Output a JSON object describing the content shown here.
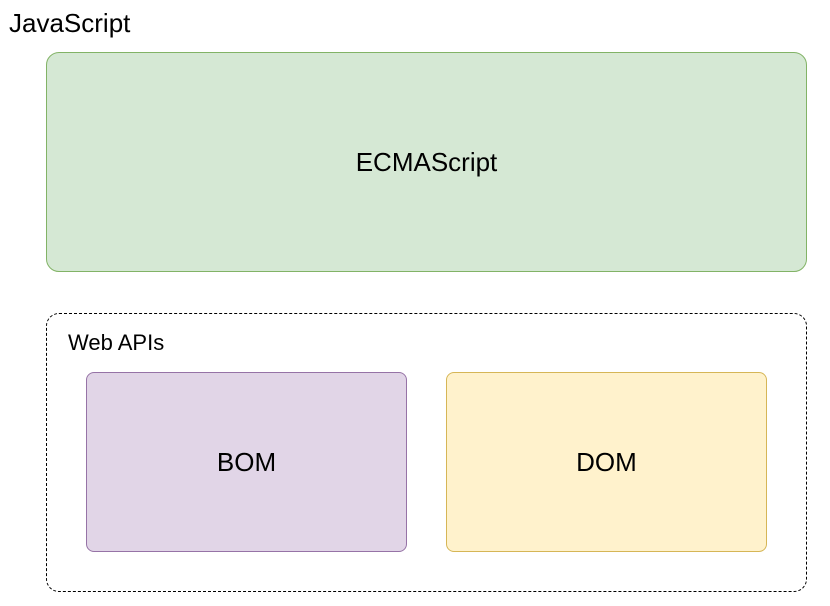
{
  "title": "JavaScript",
  "ecmascript": {
    "label": "ECMAScript",
    "fill": "#d5e8d4",
    "stroke": "#82b366"
  },
  "web_apis": {
    "label": "Web APIs",
    "bom": {
      "label": "BOM",
      "fill": "#e1d5e7",
      "stroke": "#9673a6"
    },
    "dom": {
      "label": "DOM",
      "fill": "#fff2cc",
      "stroke": "#d6b656"
    }
  }
}
